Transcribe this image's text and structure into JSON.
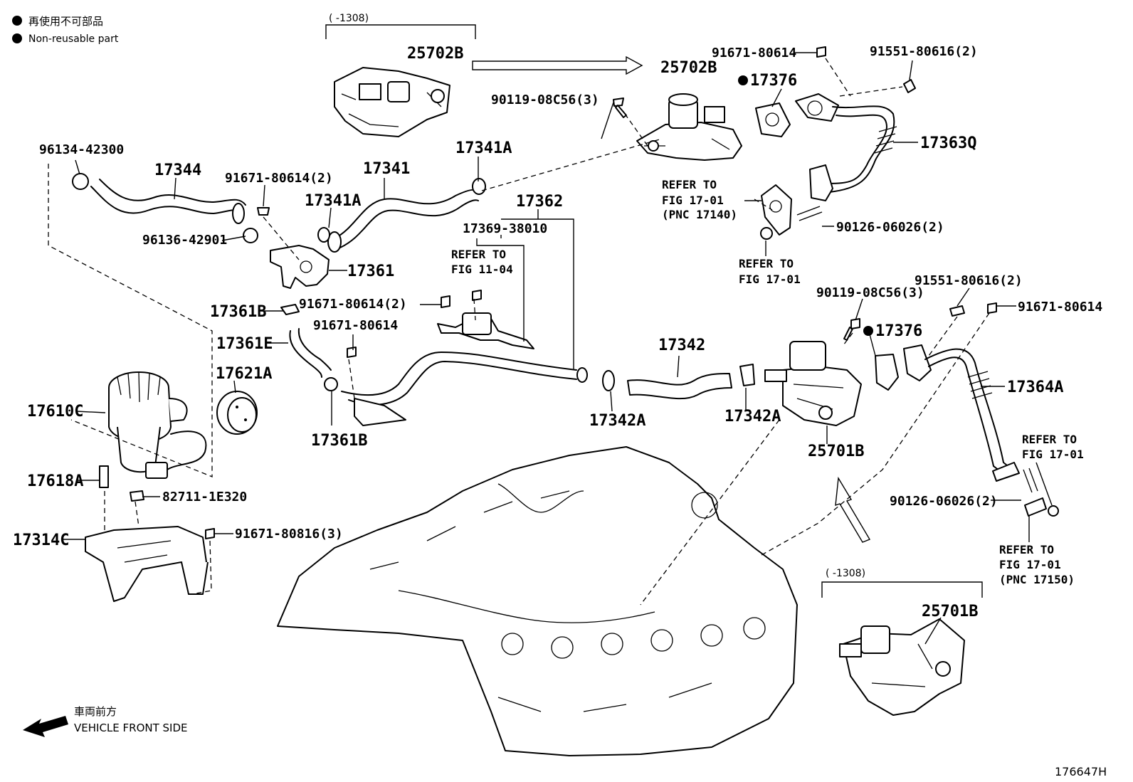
{
  "legend": {
    "japanese": "再使用不可部品",
    "english": "Non-reusable part"
  },
  "date_ranges": {
    "top": "(    -1308)",
    "bottom_right": "(    -1308)"
  },
  "labels": {
    "p25702B_top": "25702B",
    "p25702B": "25702B",
    "p90119_a": "90119-08C56(3)",
    "p91671_top": "91671-80614",
    "p91551_top": "91551-80616(2)",
    "p17376_top": "17376",
    "p17363Q": "17363Q",
    "refer_fig1701_a_1": "REFER TO",
    "refer_fig1701_a_2": "FIG 17-01",
    "refer_fig1701_a_3": "(PNC 17140)",
    "p90126_top": "90126-06026(2)",
    "refer_fig1701_b_1": "REFER TO",
    "refer_fig1701_b_2": "FIG 17-01",
    "p96134": "96134-42300",
    "p17344": "17344",
    "p91671_2": "91671-80614(2)",
    "p17341": "17341",
    "p17341A_top": "17341A",
    "p17341A": "17341A",
    "p96136": "96136-42901",
    "p17361": "17361",
    "p17362": "17362",
    "p17369": "17369-38010",
    "refer_fig1104_1": "REFER TO",
    "refer_fig1104_2": "FIG 11-04",
    "p17361B_a": "17361B",
    "p91671_2b": "91671-80614(2)",
    "p17361E": "17361E",
    "p91671_mid": "91671-80614",
    "p17621A": "17621A",
    "p17610C": "17610C",
    "p17361B_b": "17361B",
    "p17342": "17342",
    "p17342A_a": "17342A",
    "p17342A_b": "17342A",
    "p90119_b": "90119-08C56(3)",
    "p17376_b": "17376",
    "p91551_b": "91551-80616(2)",
    "p91671_right": "91671-80614",
    "p17364A": "17364A",
    "p25701B": "25701B",
    "refer_fig1701_c_1": "REFER TO",
    "refer_fig1701_c_2": "FIG 17-01",
    "p90126_b": "90126-06026(2)",
    "refer_fig1701_d_1": "REFER TO",
    "refer_fig1701_d_2": "FIG 17-01",
    "refer_fig1701_d_3": "(PNC 17150)",
    "p17618A": "17618A",
    "p82711": "82711-1E320",
    "p17314C": "17314C",
    "p91671_816": "91671-80816(3)",
    "p25701B_bottom": "25701B"
  },
  "front_side": {
    "japanese": "車両前方",
    "english": "VEHICLE FRONT SIDE"
  },
  "figure_id": "176647H"
}
